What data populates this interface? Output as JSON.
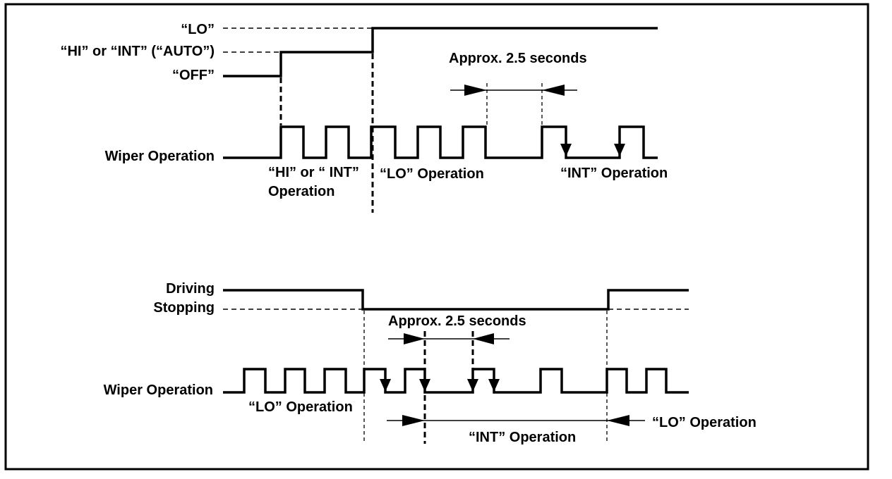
{
  "top_diagram": {
    "level_labels": {
      "lo": "“LO”",
      "hi_int": "“HI” or “INT” (“AUTO”)",
      "off": "“OFF”"
    },
    "approx_label": "Approx. 2.5 seconds",
    "wiper_label": "Wiper Operation",
    "hi_int_op_line1": "“HI” or “ INT”",
    "hi_int_op_line2": "Operation",
    "lo_op": "“LO” Operation",
    "int_op": "“INT” Operation"
  },
  "bottom_diagram": {
    "driving_label": "Driving",
    "stopping_label": "Stopping",
    "approx_label": "Approx. 2.5 seconds",
    "wiper_label": "Wiper Operation",
    "lo_op_left": "“LO” Operation",
    "int_op": "“INT” Operation",
    "lo_op_right": "“LO” Operation"
  }
}
